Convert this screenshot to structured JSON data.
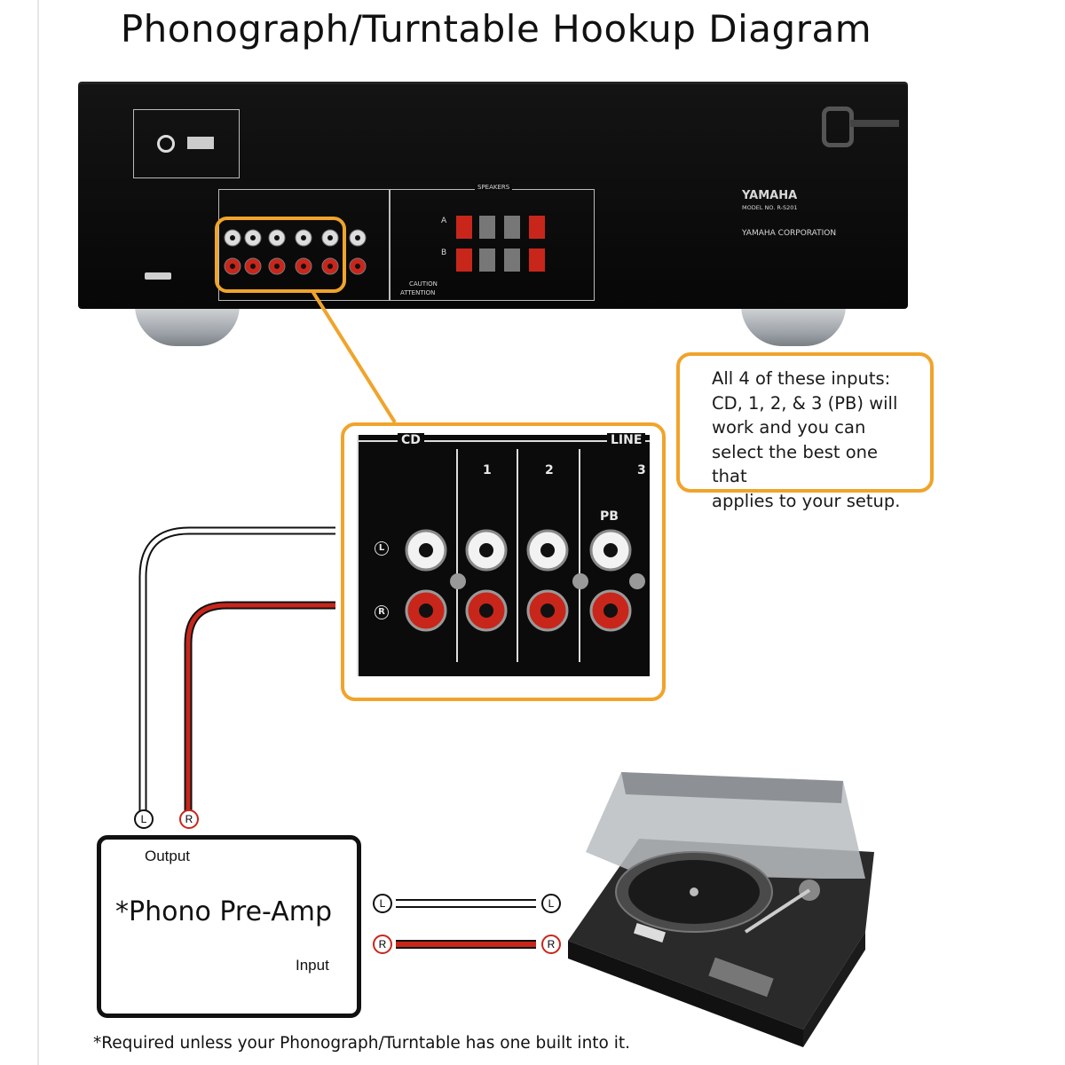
{
  "title": "Phonograph/Turntable Hookup Diagram",
  "receiver": {
    "brand": "YAMAHA",
    "model": "MODEL NO.  R-S201",
    "corporation": "YAMAHA CORPORATION",
    "speakers_label": "SPEAKERS",
    "speaker_a": "A",
    "speaker_b": "B",
    "caution": "CAUTION",
    "attention": "ATTENTION",
    "highlighted_inputs": [
      "CD",
      "1",
      "2",
      "3 (PB)"
    ]
  },
  "callout": {
    "text_lines": [
      "All 4 of these inputs:",
      "CD, 1, 2, & 3 (PB) will",
      "work and you can",
      "select the best one that",
      "applies to your setup."
    ]
  },
  "zoom_panel": {
    "cd_label": "CD",
    "line_label": "LINE",
    "input_1": "1",
    "input_2": "2",
    "input_3": "3",
    "pb_label": "PB",
    "left_label": "L",
    "right_label": "R"
  },
  "preamp": {
    "title": "*Phono Pre-Amp",
    "output_label": "Output",
    "input_label": "Input",
    "left_plug": "L",
    "right_plug": "R"
  },
  "cables": {
    "left_label": "L",
    "right_label": "R",
    "left_color": "#ffffff",
    "right_color": "#c8261b"
  },
  "footnote": "*Required unless your Phonograph/Turntable has one built into it.",
  "colors": {
    "accent": "#f0a42b",
    "receiver_body": "#0c0c0c",
    "rca_red": "#c8261b"
  }
}
